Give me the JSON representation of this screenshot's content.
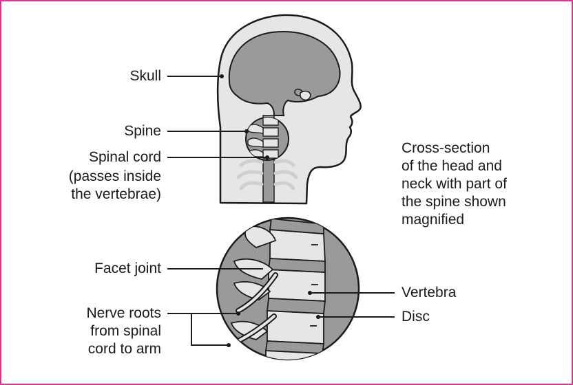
{
  "colors": {
    "border": "#d6398a",
    "gray_dark": "#9a9a9a",
    "gray_light": "#e6e6e6",
    "line": "#1a1a1a"
  },
  "labels": {
    "skull": "Skull",
    "spine": "Spine",
    "spinal_cord": "Spinal cord",
    "spinal_cord_note_1": "(passes inside",
    "spinal_cord_note_2": "the vertebrae)",
    "facet_joint": "Facet joint",
    "nerve_roots_1": "Nerve roots",
    "nerve_roots_2": "from spinal",
    "nerve_roots_3": "cord to arm",
    "vertebra": "Vertebra",
    "disc": "Disc"
  },
  "caption": {
    "line1": "Cross-section",
    "line2": "of the head and",
    "line3": "neck with part of",
    "line4": "the spine shown",
    "line5": "magnified"
  }
}
